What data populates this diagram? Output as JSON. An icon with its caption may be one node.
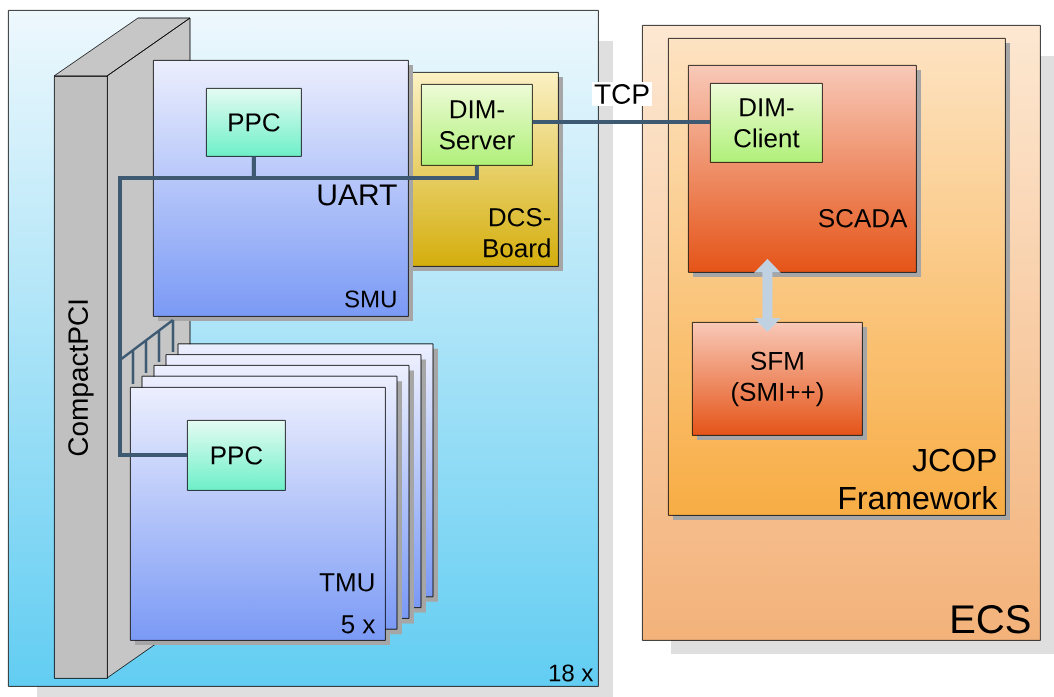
{
  "diagram": {
    "nodes": [
      {
        "text": [
          "18 x"
        ]
      },
      {
        "text": [
          "CompactPCI"
        ],
        "in": 0
      },
      {
        "text": [
          "UART",
          "SMU"
        ],
        "in": 0
      },
      {
        "text": [
          "PPC"
        ],
        "in": 2
      },
      {
        "text": [
          "DCS- Board"
        ],
        "in": 0
      },
      {
        "text": [
          "DIM- Server"
        ],
        "in": 4
      },
      {
        "text": [
          "TMU",
          "5 x"
        ],
        "in": 0
      },
      {
        "text": [
          "PPC"
        ],
        "in": 6
      },
      {
        "text": [
          "ECS"
        ]
      },
      {
        "text": [
          "JCOP Framework"
        ],
        "in": 8
      },
      {
        "text": [
          "SCADA"
        ],
        "in": 9
      },
      {
        "text": [
          "DIM- Client"
        ],
        "in": 10
      },
      {
        "text": [
          "SFM (SMI++)"
        ],
        "in": 9
      }
    ],
    "edges": [
      {
        "from": 5,
        "to": 11,
        "arrow": "none",
        "label": "TCP"
      },
      {
        "from": 3,
        "to": 5,
        "arrow": "none"
      },
      {
        "from": 3,
        "to": 7,
        "arrow": "none"
      },
      {
        "from": 10,
        "to": 12,
        "arrow": "both",
        "style": "thick",
        "color": "#c0d2e2"
      }
    ]
  }
}
